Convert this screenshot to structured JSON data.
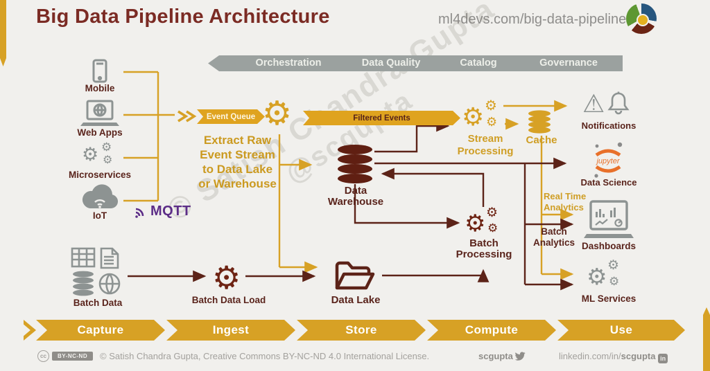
{
  "header": {
    "title": "Big Data Pipeline Architecture",
    "url": "ml4devs.com/big-data-pipeline"
  },
  "governance_bar": {
    "items": [
      "Orchestration",
      "Data Quality",
      "Catalog",
      "Governance"
    ]
  },
  "sources": {
    "items": [
      {
        "label": "Mobile"
      },
      {
        "label": "Web Apps"
      },
      {
        "label": "Microservices"
      },
      {
        "label": "IoT"
      }
    ],
    "protocol": "MQTT"
  },
  "flow": {
    "event_queue": "Event Queue",
    "filtered_events": "Filtered Events",
    "extract_note": "Extract Raw\nEvent Stream\nto Data Lake\nor Warehouse",
    "stream_processing": "Stream\nProcessing",
    "cache": "Cache",
    "data_warehouse": "Data\nWarehouse",
    "batch_processing": "Batch\nProcessing",
    "data_lake": "Data Lake",
    "batch_data": "Batch Data",
    "batch_data_load": "Batch Data Load",
    "real_time_analytics": "Real Time\nAnalytics",
    "batch_analytics": "Batch\nAnalytics"
  },
  "sinks": {
    "notifications": "Notifications",
    "data_science": "Data Science",
    "jupyter_logo": "jupyter",
    "dashboards": "Dashboards",
    "ml_services": "ML Services"
  },
  "stages": [
    "Capture",
    "Ingest",
    "Store",
    "Compute",
    "Use"
  ],
  "watermark": {
    "line1": "© Satish Chandra Gupta",
    "line2": "@scgupta"
  },
  "footer": {
    "cc_circle": "cc",
    "cc_badge": "BY-NC-ND",
    "license": "© Satish Chandra Gupta, Creative Commons BY-NC-ND 4.0 International License.",
    "twitter_handle": "scgupta",
    "linkedin_prefix": "linkedin.com/in/",
    "linkedin_handle": "scgupta",
    "linkedin_icon_text": "in"
  },
  "colors": {
    "gold": "#D7A125",
    "maroon": "#5C2318",
    "title_maroon": "#7B2B24",
    "icon_gray": "#8D9392",
    "bar_gray": "#9BA19F",
    "mqtt_purple": "#5C2D87",
    "jupyter_orange": "#E8702A"
  }
}
